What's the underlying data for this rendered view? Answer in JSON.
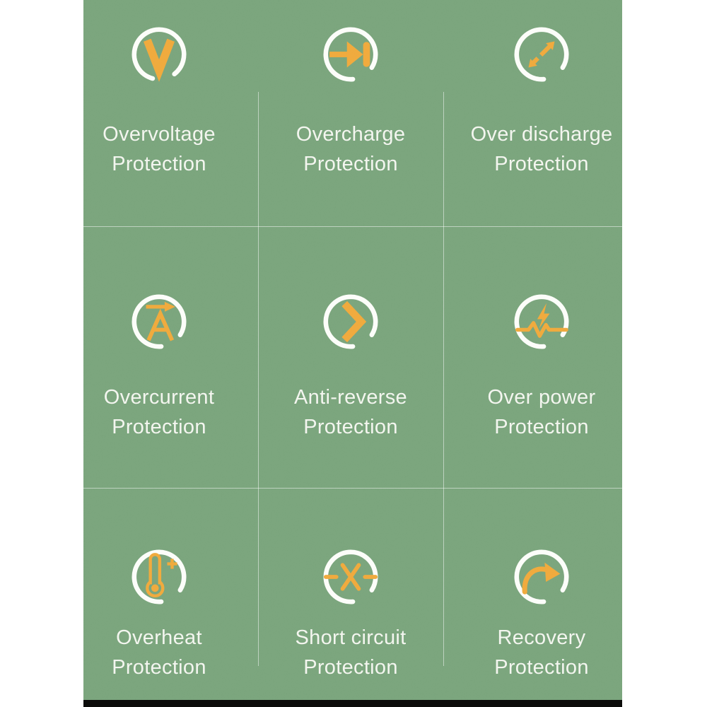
{
  "palette": {
    "green": "#6f9d72",
    "orange": "#efa32c",
    "iconwhite": "#fcfdfa",
    "text": "#f2f5ee",
    "bar": "#0c0c0a",
    "page": "#ffffff"
  },
  "features": [
    {
      "icon": "overvoltage-icon",
      "line1": "Overvoltage",
      "line2": "Protection"
    },
    {
      "icon": "overcharge-icon",
      "line1": "Overcharge",
      "line2": "Protection"
    },
    {
      "icon": "over-discharge-icon",
      "line1": "Over discharge",
      "line2": "Protection"
    },
    {
      "icon": "overcurrent-icon",
      "line1": "Overcurrent",
      "line2": "Protection"
    },
    {
      "icon": "anti-reverse-icon",
      "line1": "Anti-reverse",
      "line2": "Protection"
    },
    {
      "icon": "over-power-icon",
      "line1": "Over power",
      "line2": "Protection"
    },
    {
      "icon": "overheat-icon",
      "line1": "Overheat",
      "line2": "Protection"
    },
    {
      "icon": "short-circuit-icon",
      "line1": "Short circuit",
      "line2": "Protection"
    },
    {
      "icon": "recovery-icon",
      "line1": "Recovery",
      "line2": "Protection"
    }
  ]
}
